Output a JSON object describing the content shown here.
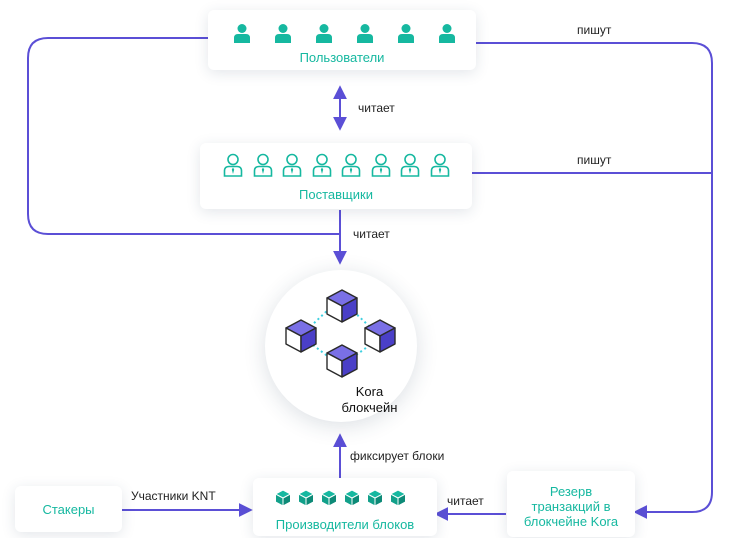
{
  "nodes": {
    "users": {
      "label": "Пользователи",
      "icon": "user-icon",
      "icon_count": 6
    },
    "providers": {
      "label": "Поставщики",
      "icon": "provider-icon",
      "icon_count": 8
    },
    "blockchain": {
      "label_line1": "Kora",
      "label_line2": "блокчейн"
    },
    "stakers": {
      "label": "Стакеры"
    },
    "block_producers": {
      "label": "Производители блоков",
      "icon": "cube-icon",
      "icon_count": 6
    },
    "reserve": {
      "label_line1": "Резерв",
      "label_line2": "транзакций в",
      "label_line3": "блокчейне Kora"
    }
  },
  "edges": {
    "users_writes": "пишут",
    "providers_writes": "пишут",
    "users_providers_reads": "читает",
    "blockchain_reads": "читает",
    "producers_commit": "фиксирует блоки",
    "stakers_to_producers": "Участники KNT",
    "reserve_to_producers": "читает"
  },
  "colors": {
    "accent_teal": "#16b8a0",
    "line_purple": "#5b4fd6",
    "cube_purple": "#5a4fd3",
    "dot_cyan": "#3fd0e0"
  }
}
